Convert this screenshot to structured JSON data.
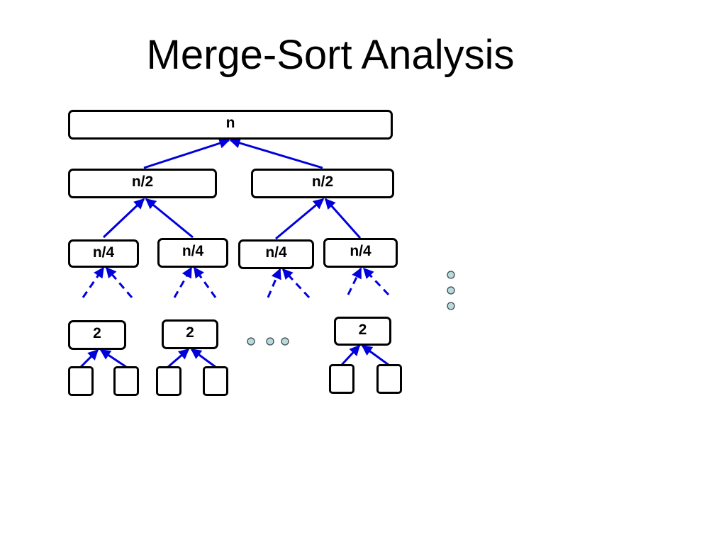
{
  "slide": {
    "title": "Merge-Sort Analysis"
  },
  "tree": {
    "root": "n",
    "level1": [
      "n/2",
      "n/2"
    ],
    "level2": [
      "n/4",
      "n/4",
      "n/4",
      "n/4"
    ],
    "base": [
      "2",
      "2",
      "2"
    ]
  },
  "colors": {
    "edge": "#0000dd",
    "box_border": "#000000",
    "ellipsis_dot_fill": "#b9d9dc"
  }
}
